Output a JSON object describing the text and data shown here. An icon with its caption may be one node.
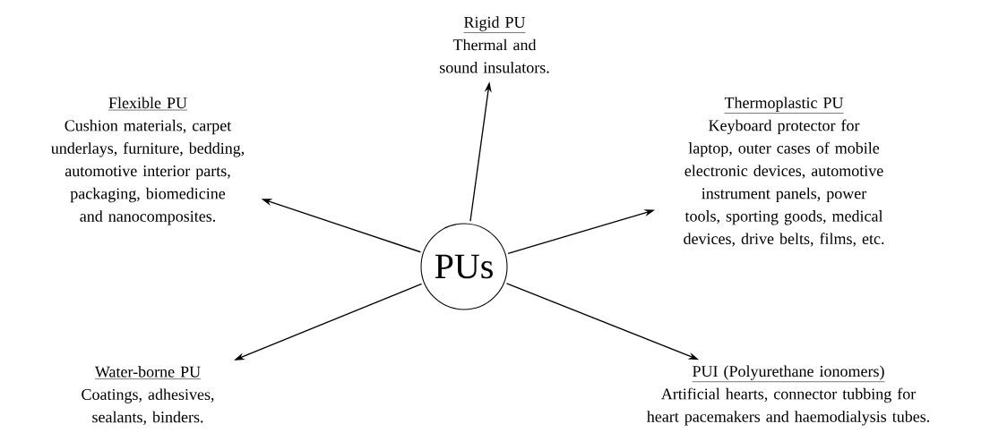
{
  "diagram": {
    "nodes": [
      {
        "text": [
          "PUs"
        ]
      },
      {
        "text": [
          "Rigid PU",
          "Thermal and sound insulators."
        ]
      },
      {
        "text": [
          "Flexible PU",
          "Cushion materials, carpet underlays, furniture, bedding, automotive interior parts, packaging, biomedicine and nanocomposites."
        ]
      },
      {
        "text": [
          "Thermoplastic PU",
          "Keyboard protector for laptop, outer cases of mobile electronic devices, automotive instrument panels, power tools, sporting goods, medical devices, drive belts, films, etc."
        ]
      },
      {
        "text": [
          "Water-borne PU",
          "Coatings, adhesives, sealants, binders."
        ]
      },
      {
        "text": [
          "PUI (Polyurethane ionomers)",
          "Artificial hearts, connector tubbing for heart pacemakers and haemodialysis tubes."
        ]
      }
    ],
    "edges": [
      {
        "from": 0,
        "to": 1,
        "arrow": "to"
      },
      {
        "from": 0,
        "to": 2,
        "arrow": "to"
      },
      {
        "from": 0,
        "to": 3,
        "arrow": "to"
      },
      {
        "from": 0,
        "to": 4,
        "arrow": "to"
      },
      {
        "from": 0,
        "to": 5,
        "arrow": "to"
      }
    ]
  }
}
